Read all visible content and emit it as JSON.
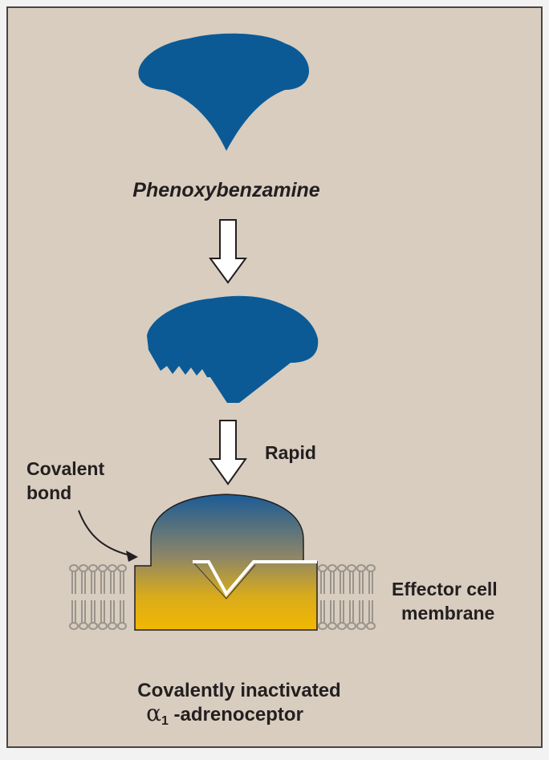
{
  "drug_label": "Phenoxybenzamine",
  "rate_label": "Rapid",
  "bond_label_line1": "Covalent",
  "bond_label_line2": "bond",
  "membrane_label_line1": "Effector cell",
  "membrane_label_line2": "membrane",
  "receptor_label_line1": "Covalently inactivated",
  "receptor_alpha": "α",
  "receptor_subscript": "1",
  "receptor_suffix": " -adrenoceptor",
  "colors": {
    "background": "#d8cdbf",
    "drug_blue": "#0b5a96",
    "receptor_top": "#1b5b96",
    "receptor_bottom": "#f2b800",
    "membrane_lines": "#9a948c"
  }
}
